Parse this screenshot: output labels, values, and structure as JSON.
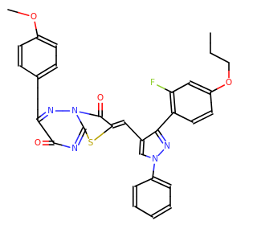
{
  "molecule": {
    "atoms": [
      {
        "id": "o_meo",
        "label": "O",
        "element": "O"
      },
      {
        "id": "n_tri1",
        "label": "N",
        "element": "N"
      },
      {
        "id": "n_tri2",
        "label": "N",
        "element": "N"
      },
      {
        "id": "n_tri3",
        "label": "N",
        "element": "N"
      },
      {
        "id": "o_c3",
        "label": "O",
        "element": "O"
      },
      {
        "id": "o_c7",
        "label": "O",
        "element": "O"
      },
      {
        "id": "s_thz",
        "label": "S",
        "element": "S"
      },
      {
        "id": "f_ar",
        "label": "F",
        "element": "F"
      },
      {
        "id": "o_pro",
        "label": "O",
        "element": "O"
      },
      {
        "id": "n_pz1",
        "label": "N",
        "element": "N"
      },
      {
        "id": "n_pz2",
        "label": "N",
        "element": "N"
      }
    ]
  },
  "colors": {
    "N": "#3030ff",
    "O": "#ff0d0d",
    "S": "#b8a200",
    "F": "#8fcf2f",
    "C": "#000000"
  }
}
